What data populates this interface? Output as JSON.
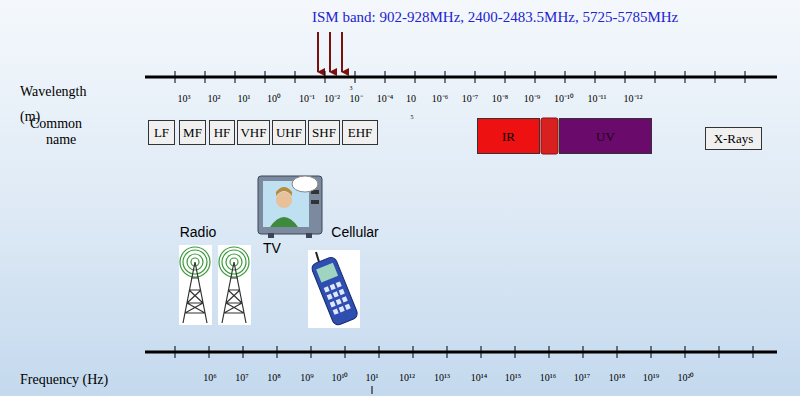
{
  "diagram": {
    "title": "ISM band: 902-928MHz, 2400-2483.5MHz, 5725-5785MHz",
    "nodes": [
      {
        "text": [
          "LF"
        ]
      },
      {
        "text": [
          "MF"
        ]
      },
      {
        "text": [
          "HF"
        ]
      },
      {
        "text": [
          "VHF"
        ]
      },
      {
        "text": [
          "UHF"
        ]
      },
      {
        "text": [
          "SHF"
        ]
      },
      {
        "text": [
          "EHF"
        ]
      },
      {
        "text": [
          "IR"
        ]
      },
      {
        "text": [
          "UV"
        ]
      },
      {
        "text": [
          "X-Rays"
        ]
      }
    ],
    "labels": [
      "Wavelength",
      "(m)",
      "Common",
      "name",
      "10³",
      "10²",
      "10¹",
      "10⁰",
      "10⁻¹",
      "10⁻²",
      "10⁻",
      "3",
      "10⁻⁴",
      "10",
      "5",
      "10⁻⁶",
      "10⁻⁷",
      "10⁻⁸",
      "10⁻⁹",
      "10⁻¹⁰",
      "10⁻¹¹",
      "10⁻¹²",
      "Radio",
      "TV",
      "Cellular",
      "Frequency (Hz)",
      "10⁶",
      "10⁷",
      "10⁸",
      "10⁹",
      "10¹⁰",
      "10¹",
      "10¹²",
      "10¹³",
      "10¹⁴",
      "10¹⁵",
      "10¹⁶",
      "10¹⁷",
      "10¹⁸",
      "10¹⁹",
      "10²⁰"
    ]
  }
}
